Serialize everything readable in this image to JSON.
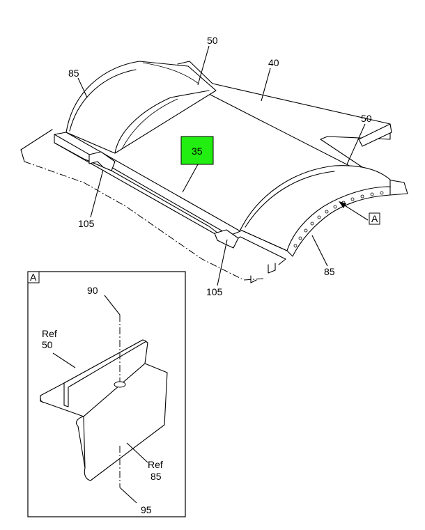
{
  "callouts": {
    "c85_top": "85",
    "c50_top": "50",
    "c40": "40",
    "c50_right": "50",
    "c35": "35",
    "c105_left": "105",
    "c105_bottom": "105",
    "c85_right": "85",
    "view_ref": "A"
  },
  "detail": {
    "label": "A",
    "c90": "90",
    "ref50_prefix": "Ref",
    "ref50_num": "50",
    "ref85_prefix": "Ref",
    "ref85_num": "85",
    "c95": "95"
  },
  "colors": {
    "highlight": "#22ee11",
    "line": "#000000"
  }
}
